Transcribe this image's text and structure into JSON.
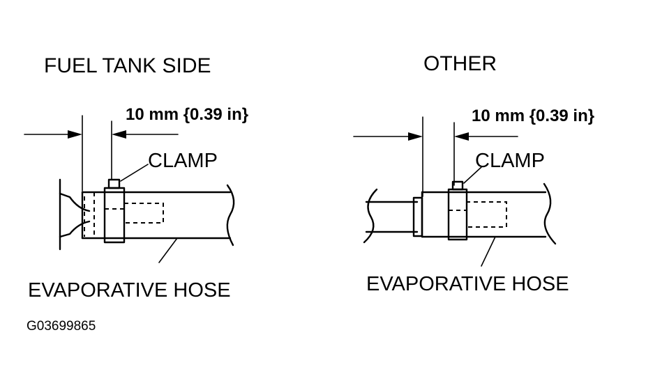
{
  "left_panel": {
    "title": "FUEL TANK SIDE",
    "dimension_label": "10 mm {0.39 in}",
    "clamp_label": "CLAMP",
    "hose_label": "EVAPORATIVE HOSE"
  },
  "right_panel": {
    "title": "OTHER",
    "dimension_label": "10 mm {0.39 in}",
    "clamp_label": "CLAMP",
    "hose_label": "EVAPORATIVE HOSE"
  },
  "figure_code": "G03699865",
  "colors": {
    "ink": "#000000",
    "background": "#ffffff"
  }
}
